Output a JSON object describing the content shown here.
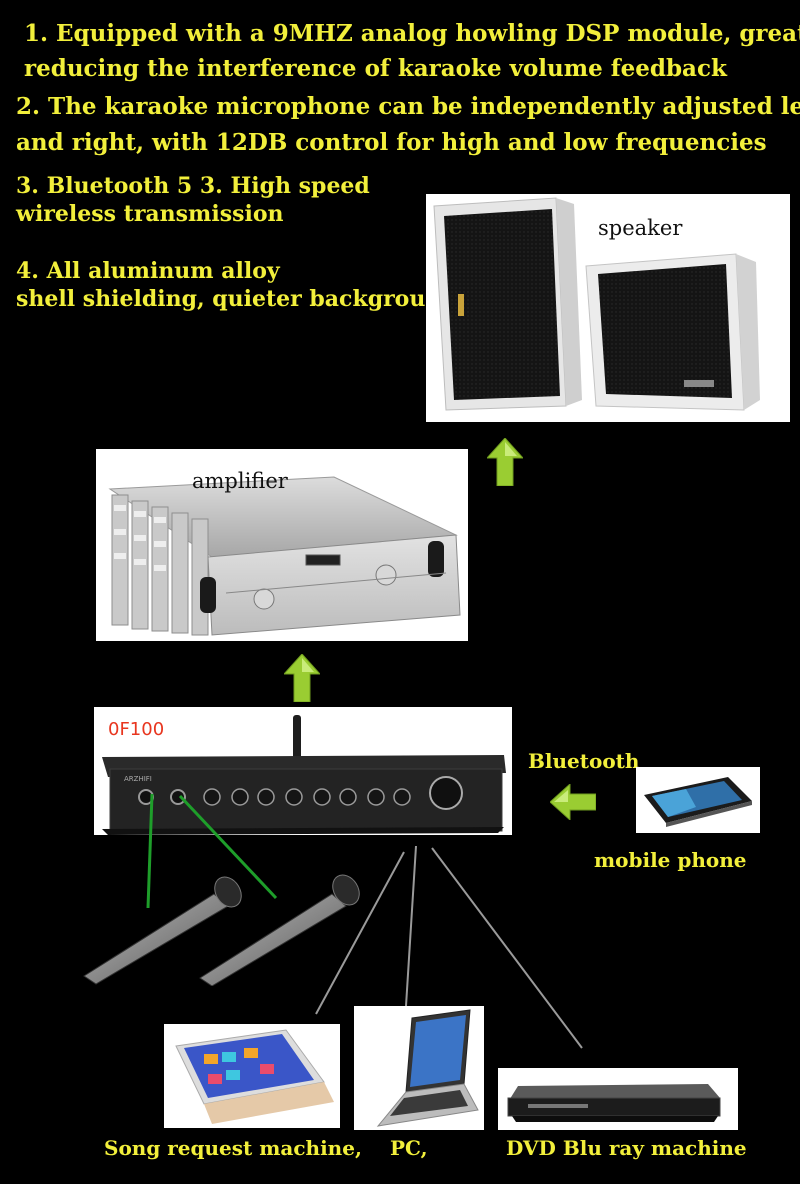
{
  "features": [
    {
      "line1": "1. Equipped with a 9MHZ analog howling DSP module, greatly",
      "line2": "reducing the interference of karaoke volume feedback"
    },
    {
      "line1": "2. The karaoke microphone can be independently adjusted left",
      "line2": "and right, with 12DB control for high and low frequencies"
    },
    {
      "line1": "3. Bluetooth 5 3. High speed",
      "line2": "wireless transmission"
    },
    {
      "line1": "4. All aluminum alloy",
      "line2": "shell shielding, quieter background"
    }
  ],
  "labels": {
    "speaker": "speaker",
    "amplifier": "amplifier",
    "model": "0F100",
    "bluetooth": "Bluetooth",
    "mobile": "mobile phone",
    "song": "Song request machine,",
    "pc": "PC,",
    "dvd": "DVD Blu ray machine"
  },
  "colors": {
    "text": "#f2ef3b",
    "arrow": "#9acd32",
    "model": "#e8361f",
    "mic_cable": "#1e9e2a"
  }
}
